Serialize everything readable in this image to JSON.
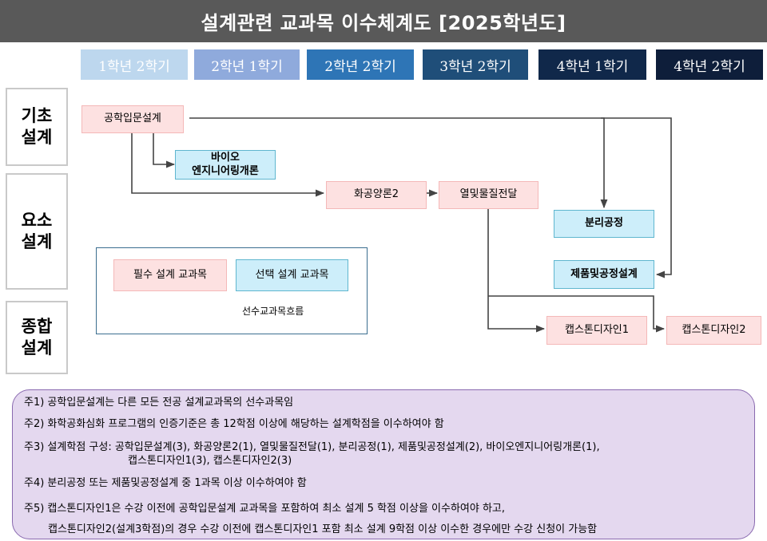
{
  "title": "설계관련 교과목 이수체계도 [2025학년도]",
  "semesters": [
    "1학년 2학기",
    "2학년 1학기",
    "2학년 2학기",
    "3학년 2학기",
    "4학년 1학기",
    "4학년 2학기"
  ],
  "stages": {
    "basic": "기초\n설계",
    "element": "요소\n설계",
    "comprehensive": "종합\n설계"
  },
  "courses": {
    "intro_design": "공학입문설계",
    "bio_eng": "바이오\n엔지니어링개론",
    "chem_eng2": "화공양론2",
    "heat_transfer": "열및물질전달",
    "separation": "분리공정",
    "product_design": "제품및공정설계",
    "capstone1": "캡스톤디자인1",
    "capstone2": "캡스톤디자인2"
  },
  "legend": {
    "required": "필수 설계 교과목",
    "elective": "선택 설계 교과목",
    "arrow": "선수교과목흐름"
  },
  "notes": [
    "주1) 공학입문설계는 다른 모든 전공 설계교과목의 선수과목임",
    "주2) 화학공화심화 프로그램의 인증기준은 총 12학점 이상에 해당하는 설계학점을 이수하여야 함",
    "주3) 설계학점 구성: 공학입문설계(3), 화공양론2(1), 열및물질전달(1), 분리공정(1), 제품및공정설계(2), 바이오엔지니어링개론(1),",
    "캡스톤디자인1(3), 캡스톤디자인2(3)",
    "주4) 분리공정 또는 제품및공정설계 중 1과목 이상 이수하여야 함",
    "주5) 캡스톤디자인1은 수강 이전에 공학입문설계 교과목을 포함하여 최소 설계 5 학점 이상을 이수하여야 하고,",
    "캡스톤디자인2(설계3학점)의 경우 수강 이전에 캡스톤디자인1 포함 최소 설계 9학점 이상 이수한 경우에만 수강 신청이 가능함"
  ]
}
